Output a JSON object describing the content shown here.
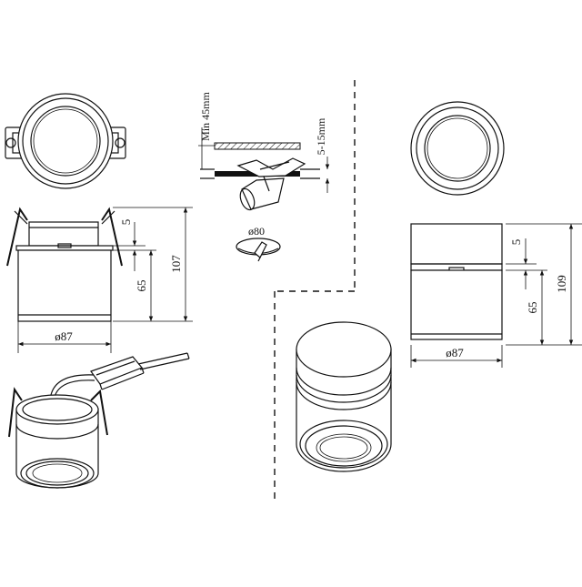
{
  "drawing": {
    "labels": {
      "cutout_diameter": "ø80",
      "min_depth": "Min 45mm",
      "ceiling_thickness": "5-15mm"
    },
    "recessed_view": {
      "height_total": "107",
      "trim_height": "5",
      "body_height": "65",
      "diameter": "ø87"
    },
    "surface_view": {
      "height_total": "109",
      "trim_height": "5",
      "body_height": "65",
      "diameter": "ø87"
    }
  }
}
